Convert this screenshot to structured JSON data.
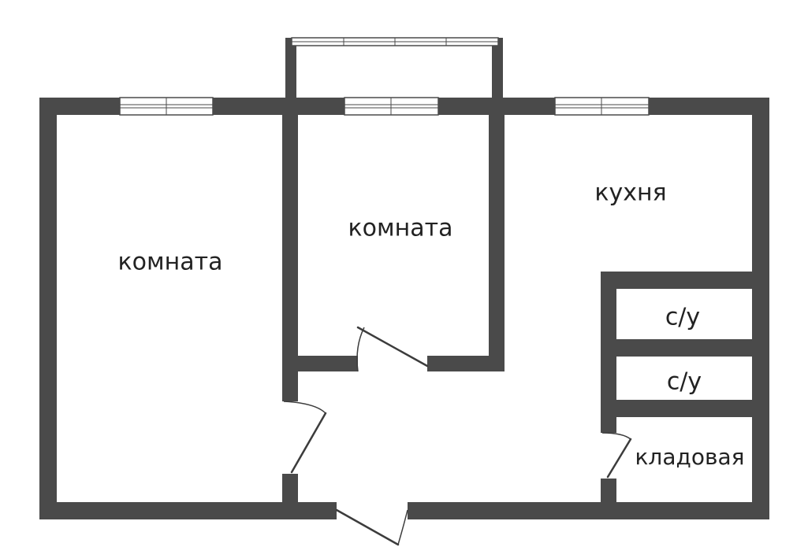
{
  "plan": {
    "wall_color": "#4a4a4a",
    "background_color": "#ffffff",
    "rooms": [
      {
        "id": "room-left",
        "label": "комната"
      },
      {
        "id": "room-middle",
        "label": "комната"
      },
      {
        "id": "kitchen",
        "label": "кухня"
      },
      {
        "id": "bathroom-1",
        "label": "с/у"
      },
      {
        "id": "bathroom-2",
        "label": "с/у"
      },
      {
        "id": "storage",
        "label": "кладовая"
      }
    ]
  }
}
